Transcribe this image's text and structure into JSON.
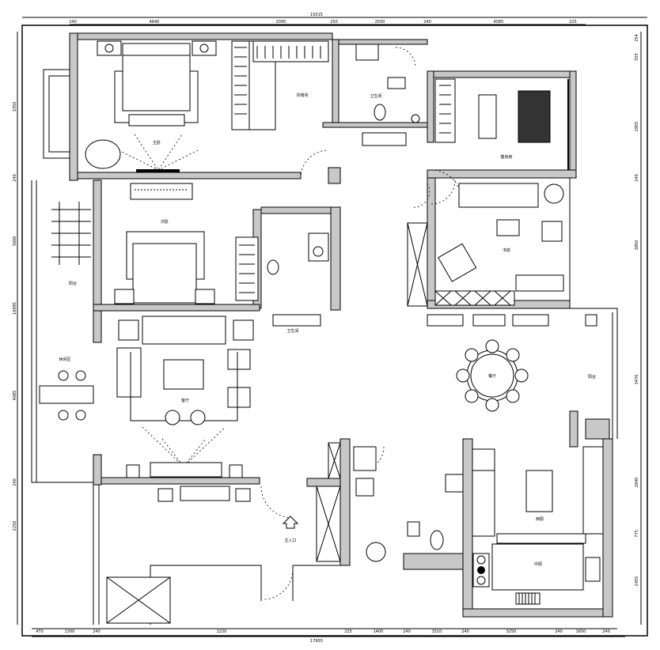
{
  "plan": {
    "total_top": "15015",
    "total_bottom": "17955",
    "total_left": "16995",
    "top_dims": [
      "240",
      "4640",
      "2095",
      "250",
      "2500",
      "240",
      "4085",
      "225"
    ],
    "bottom_dims": [
      "470",
      "1300",
      "240",
      "1220",
      "225",
      "1400",
      "240",
      "1510",
      "240",
      "3250",
      "240",
      "1650",
      "240"
    ],
    "left_dims": [
      "3350",
      "240",
      "3600",
      "4085",
      "240",
      "2250"
    ],
    "right_dims": [
      "254",
      "555",
      "2955",
      "240",
      "3850",
      "3470",
      "2840",
      "775",
      "2455"
    ],
    "rooms": {
      "master_bedroom": "主卧",
      "walk_in_closet": "衣帽间",
      "bathroom_1": "卫生间",
      "gym": "健身房",
      "second_bedroom": "次卧",
      "bathroom_2": "卫生间",
      "study": "书房",
      "balcony": "阳台",
      "living_room": "客厅",
      "dining_room": "餐厅",
      "leisure": "休闲区",
      "kitchen_west": "西厨",
      "kitchen_chinese": "中厨",
      "dining_balcony": "阳台"
    },
    "entrance_label": "主入口"
  }
}
